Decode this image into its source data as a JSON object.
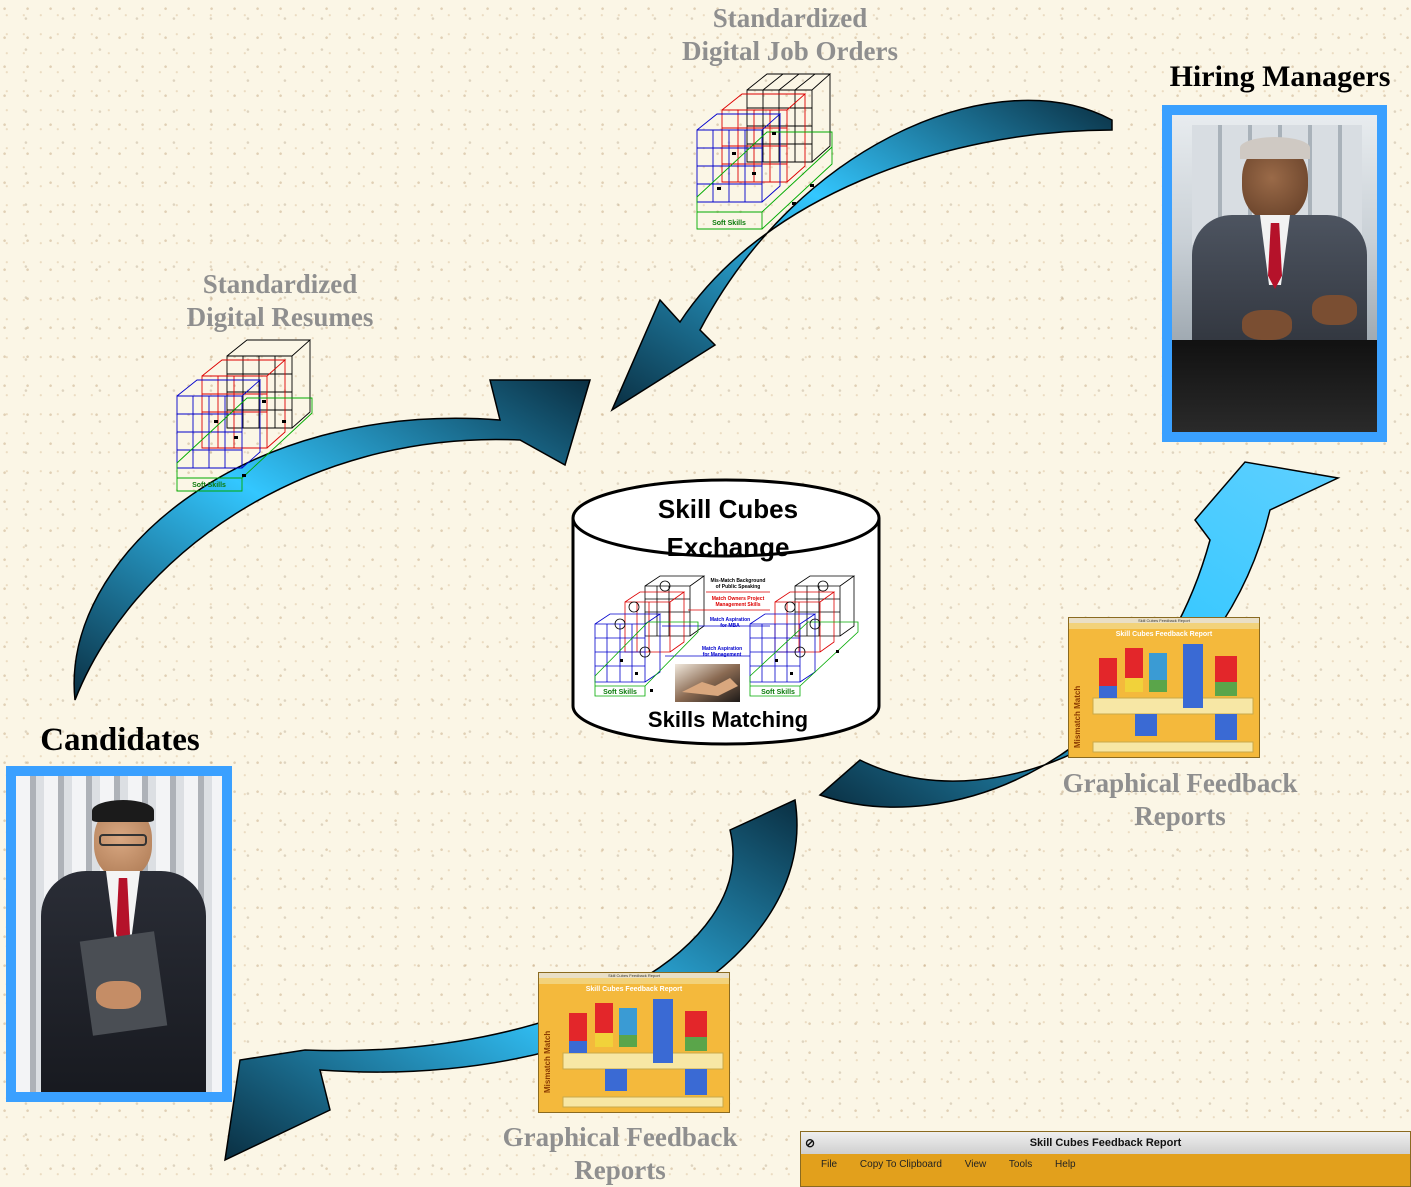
{
  "nodes": {
    "hiring_managers": "Hiring Managers",
    "candidates": "Candidates"
  },
  "captions": {
    "job_orders": [
      "Standardized",
      "Digital Job Orders"
    ],
    "resumes": [
      "Standardized",
      "Digital Resumes"
    ],
    "feedback_right": [
      "Graphical Feedback",
      "Reports"
    ],
    "feedback_bottom": [
      "Graphical Feedback",
      "Reports"
    ]
  },
  "cube_label": "Soft Skills",
  "exchange": {
    "title_line1": "Skill Cubes",
    "title_line2": "Exchange",
    "footer": "Skills Matching",
    "annotations": [
      "Mis-Match Background",
      "of Public Speaking",
      "Match Owners Project",
      "Management Skills",
      "Match Aspiration",
      "for MBA",
      "Match Aspiration",
      "for Management"
    ],
    "cube_label_left": "Soft Skills",
    "cube_label_right": "Soft Skills"
  },
  "report_thumb": {
    "heading": "Skill Cubes Feedback Report",
    "axis_label": "Mismatch Match"
  },
  "report_window": {
    "title": "Skill Cubes Feedback Report",
    "menu": [
      "File",
      "Copy To Clipboard",
      "View",
      "Tools",
      "Help"
    ]
  },
  "colors": {
    "photo_frame": "#3aa0ff",
    "arrow_light": "#33c7ff",
    "arrow_dark": "#0a2f42",
    "caption_gray": "#8f8f8f",
    "report_bg": "#f4b93c"
  }
}
